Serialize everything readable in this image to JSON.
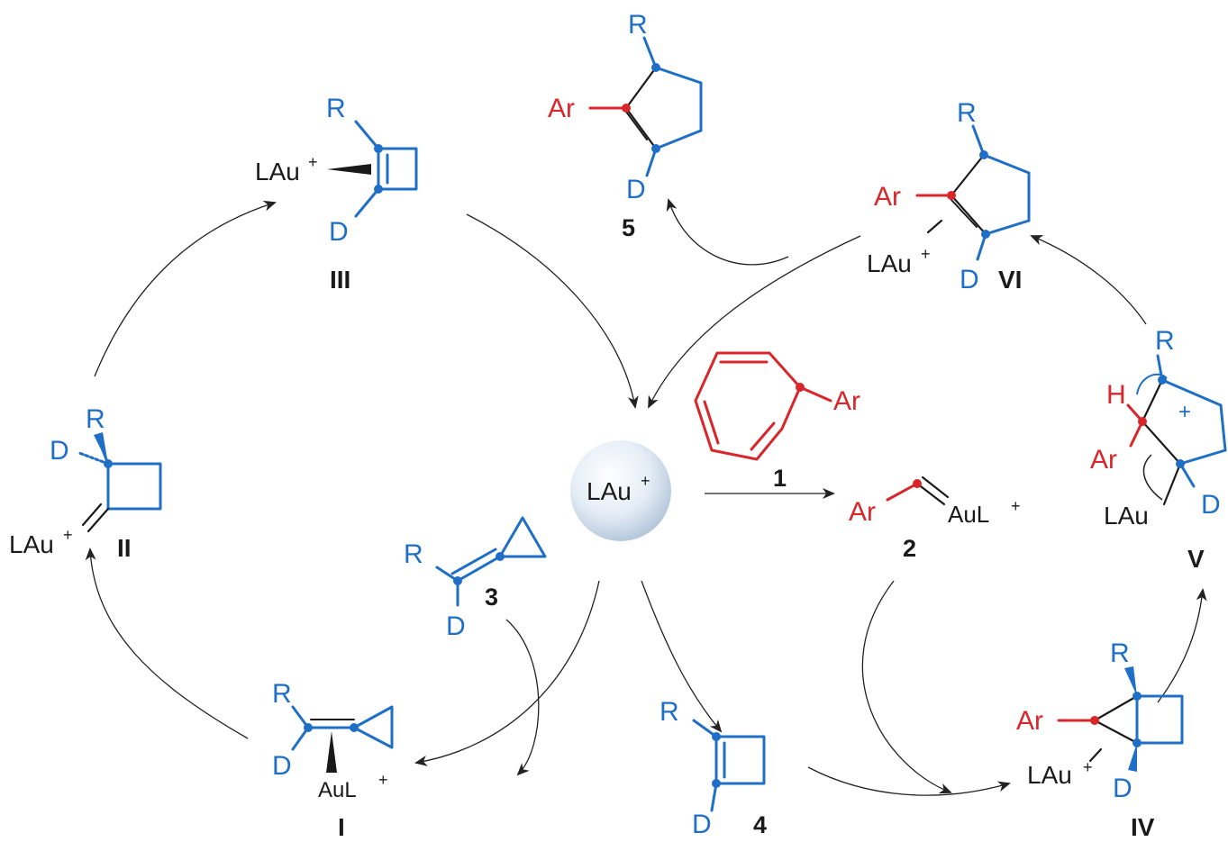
{
  "catalyst": {
    "label": "LAu",
    "sup": "+"
  },
  "labels": {
    "R": "R",
    "D": "D",
    "Ar": "Ar",
    "H": "H",
    "LAu_plus": "LAu",
    "LAu": "LAu",
    "AuL_plus": "AuL",
    "plus": "+"
  },
  "compound_numbers": {
    "c1": "1",
    "c2": "2",
    "c3": "3",
    "c4": "4",
    "c5": "5"
  },
  "intermediates": {
    "I": "I",
    "II": "II",
    "III": "III",
    "IV": "IV",
    "V": "V",
    "VI": "VI"
  },
  "colors": {
    "blue": "#1f6fc6",
    "red": "#d8262a",
    "black": "#1a1a1a"
  }
}
